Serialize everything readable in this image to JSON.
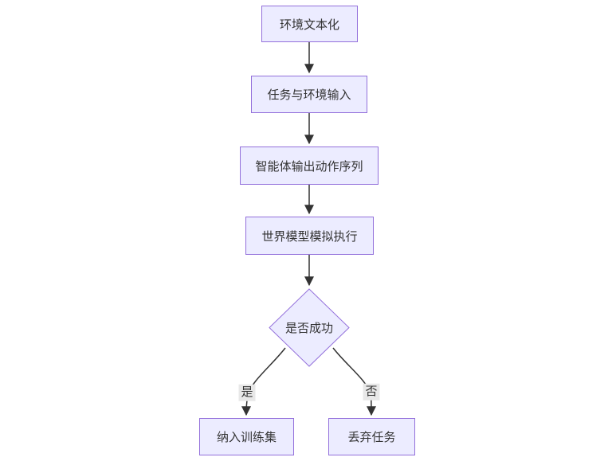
{
  "diagram": {
    "type": "flowchart",
    "direction": "top-down",
    "nodes": [
      {
        "id": "env-textualization",
        "shape": "rect",
        "label": "环境文本化"
      },
      {
        "id": "task-env-input",
        "shape": "rect",
        "label": "任务与环境输入"
      },
      {
        "id": "agent-action-sequence",
        "shape": "rect",
        "label": "智能体输出动作序列"
      },
      {
        "id": "world-model-sim",
        "shape": "rect",
        "label": "世界模型模拟执行"
      },
      {
        "id": "success-check",
        "shape": "diamond",
        "label": "是否成功"
      },
      {
        "id": "training-set",
        "shape": "rect",
        "label": "纳入训练集"
      },
      {
        "id": "discard-task",
        "shape": "rect",
        "label": "丢弃任务"
      }
    ],
    "edges": [
      {
        "from": "env-textualization",
        "to": "task-env-input",
        "label": ""
      },
      {
        "from": "task-env-input",
        "to": "agent-action-sequence",
        "label": ""
      },
      {
        "from": "agent-action-sequence",
        "to": "world-model-sim",
        "label": ""
      },
      {
        "from": "world-model-sim",
        "to": "success-check",
        "label": ""
      },
      {
        "from": "success-check",
        "to": "training-set",
        "label": "是"
      },
      {
        "from": "success-check",
        "to": "discard-task",
        "label": "否"
      }
    ],
    "colors": {
      "node_fill": "#ECECFF",
      "node_border": "#9370DB",
      "edge_line": "#333333",
      "arrowhead": "#333333",
      "text": "#333333",
      "edge_label_bg": "#e8e8e8",
      "background": "#ffffff"
    }
  }
}
